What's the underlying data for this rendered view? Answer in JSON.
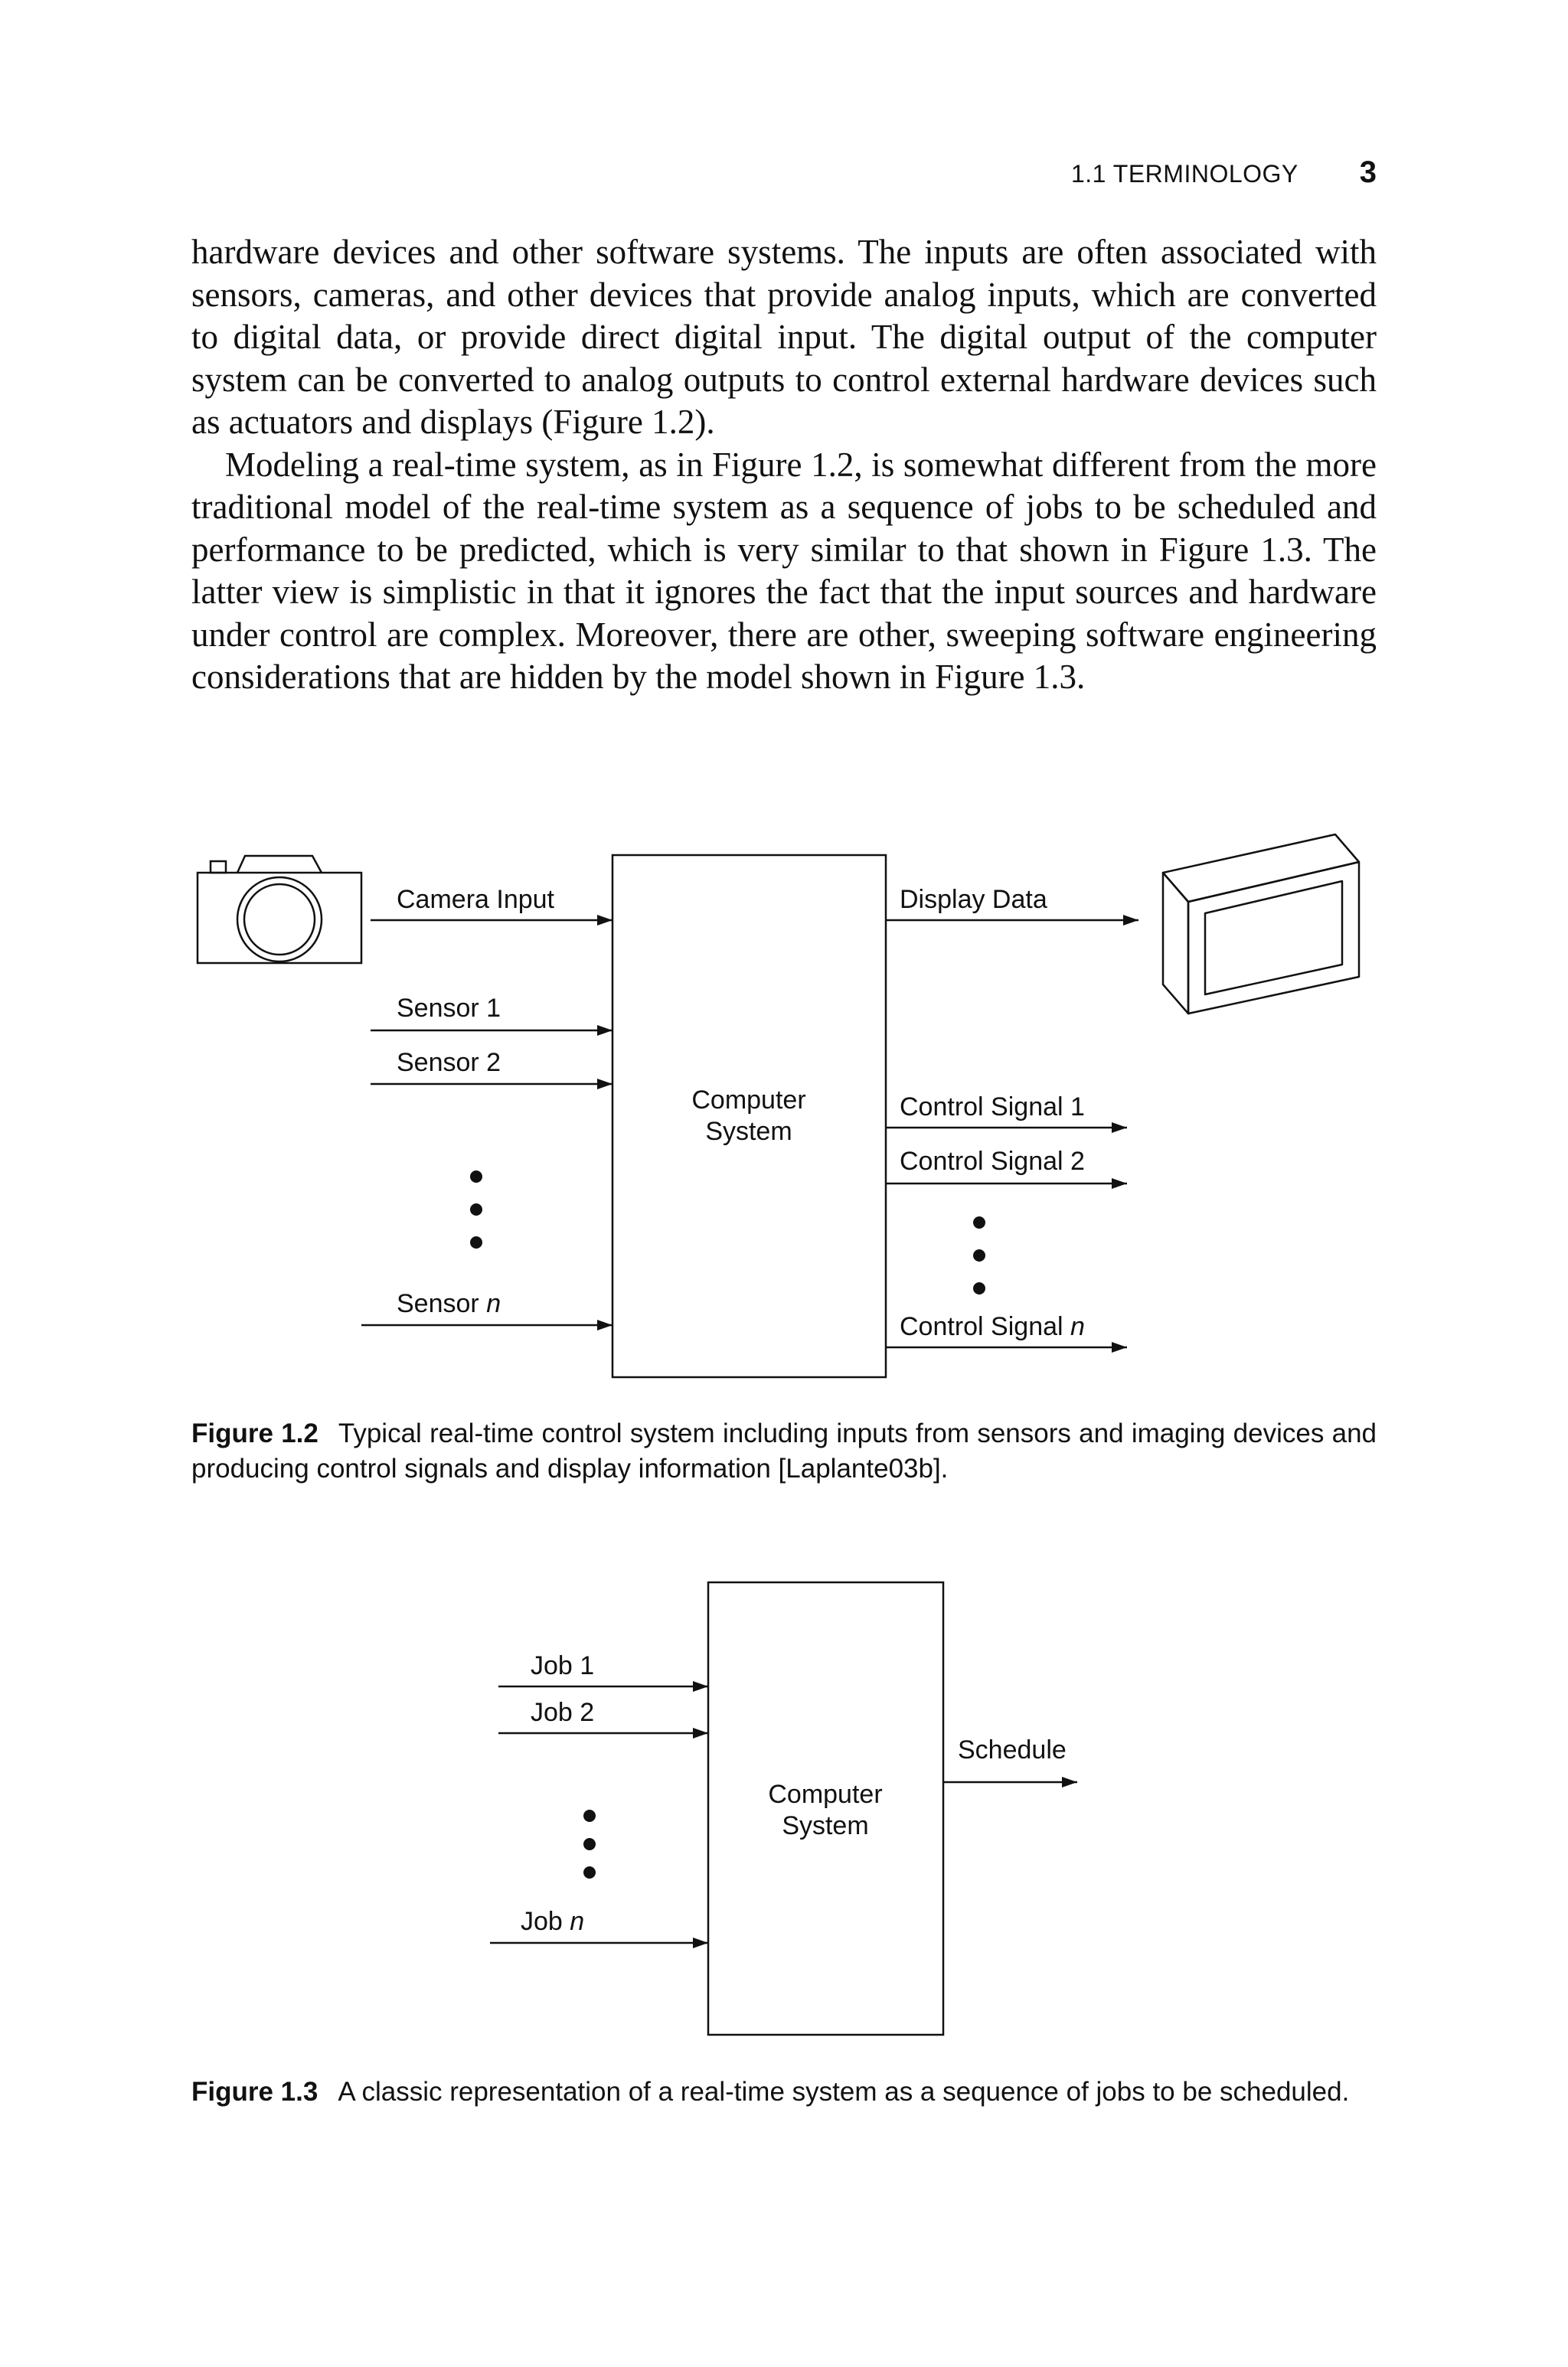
{
  "running_head": {
    "section": "1.1 TERMINOLOGY",
    "page_number": "3"
  },
  "body": {
    "paragraph1": "hardware devices and other software systems. The inputs are often associated with sensors, cameras, and other devices that provide analog inputs, which are converted to digital data, or provide direct digital input. The digital output of the computer system can be converted to analog outputs to control external hardware devices such as actuators and displays (Figure 1.2).",
    "paragraph2": "Modeling a real-time system, as in Figure 1.2, is somewhat different from the more traditional model of the real-time system as a sequence of jobs to be scheduled and performance to be predicted, which is very similar to that shown in Figure 1.3. The latter view is simplistic in that it ignores the fact that the input sources and hardware under control are complex. Moreover, there are other, sweeping software engineering considerations that are hidden by the model shown in Figure 1.3."
  },
  "figure_1_2": {
    "camera_input": "Camera Input",
    "sensor_1": "Sensor 1",
    "sensor_2": "Sensor 2",
    "sensor_n_prefix": "Sensor ",
    "sensor_n_var": "n",
    "box_line1": "Computer",
    "box_line2": "System",
    "display_data": "Display Data",
    "control_signal_1": "Control Signal 1",
    "control_signal_2": "Control Signal 2",
    "control_signal_n_prefix": "Control Signal ",
    "control_signal_n_var": "n",
    "caption_label": "Figure 1.2",
    "caption_text": "Typical real-time control system including inputs from sensors and imaging devices and producing control signals and display information [Laplante03b]."
  },
  "figure_1_3": {
    "job_1": "Job 1",
    "job_2": "Job 2",
    "job_n_prefix": "Job ",
    "job_n_var": "n",
    "box_line1": "Computer",
    "box_line2": "System",
    "schedule": "Schedule",
    "caption_label": "Figure 1.3",
    "caption_text": "A classic representation of a real-time system as a sequence of jobs to be scheduled."
  }
}
